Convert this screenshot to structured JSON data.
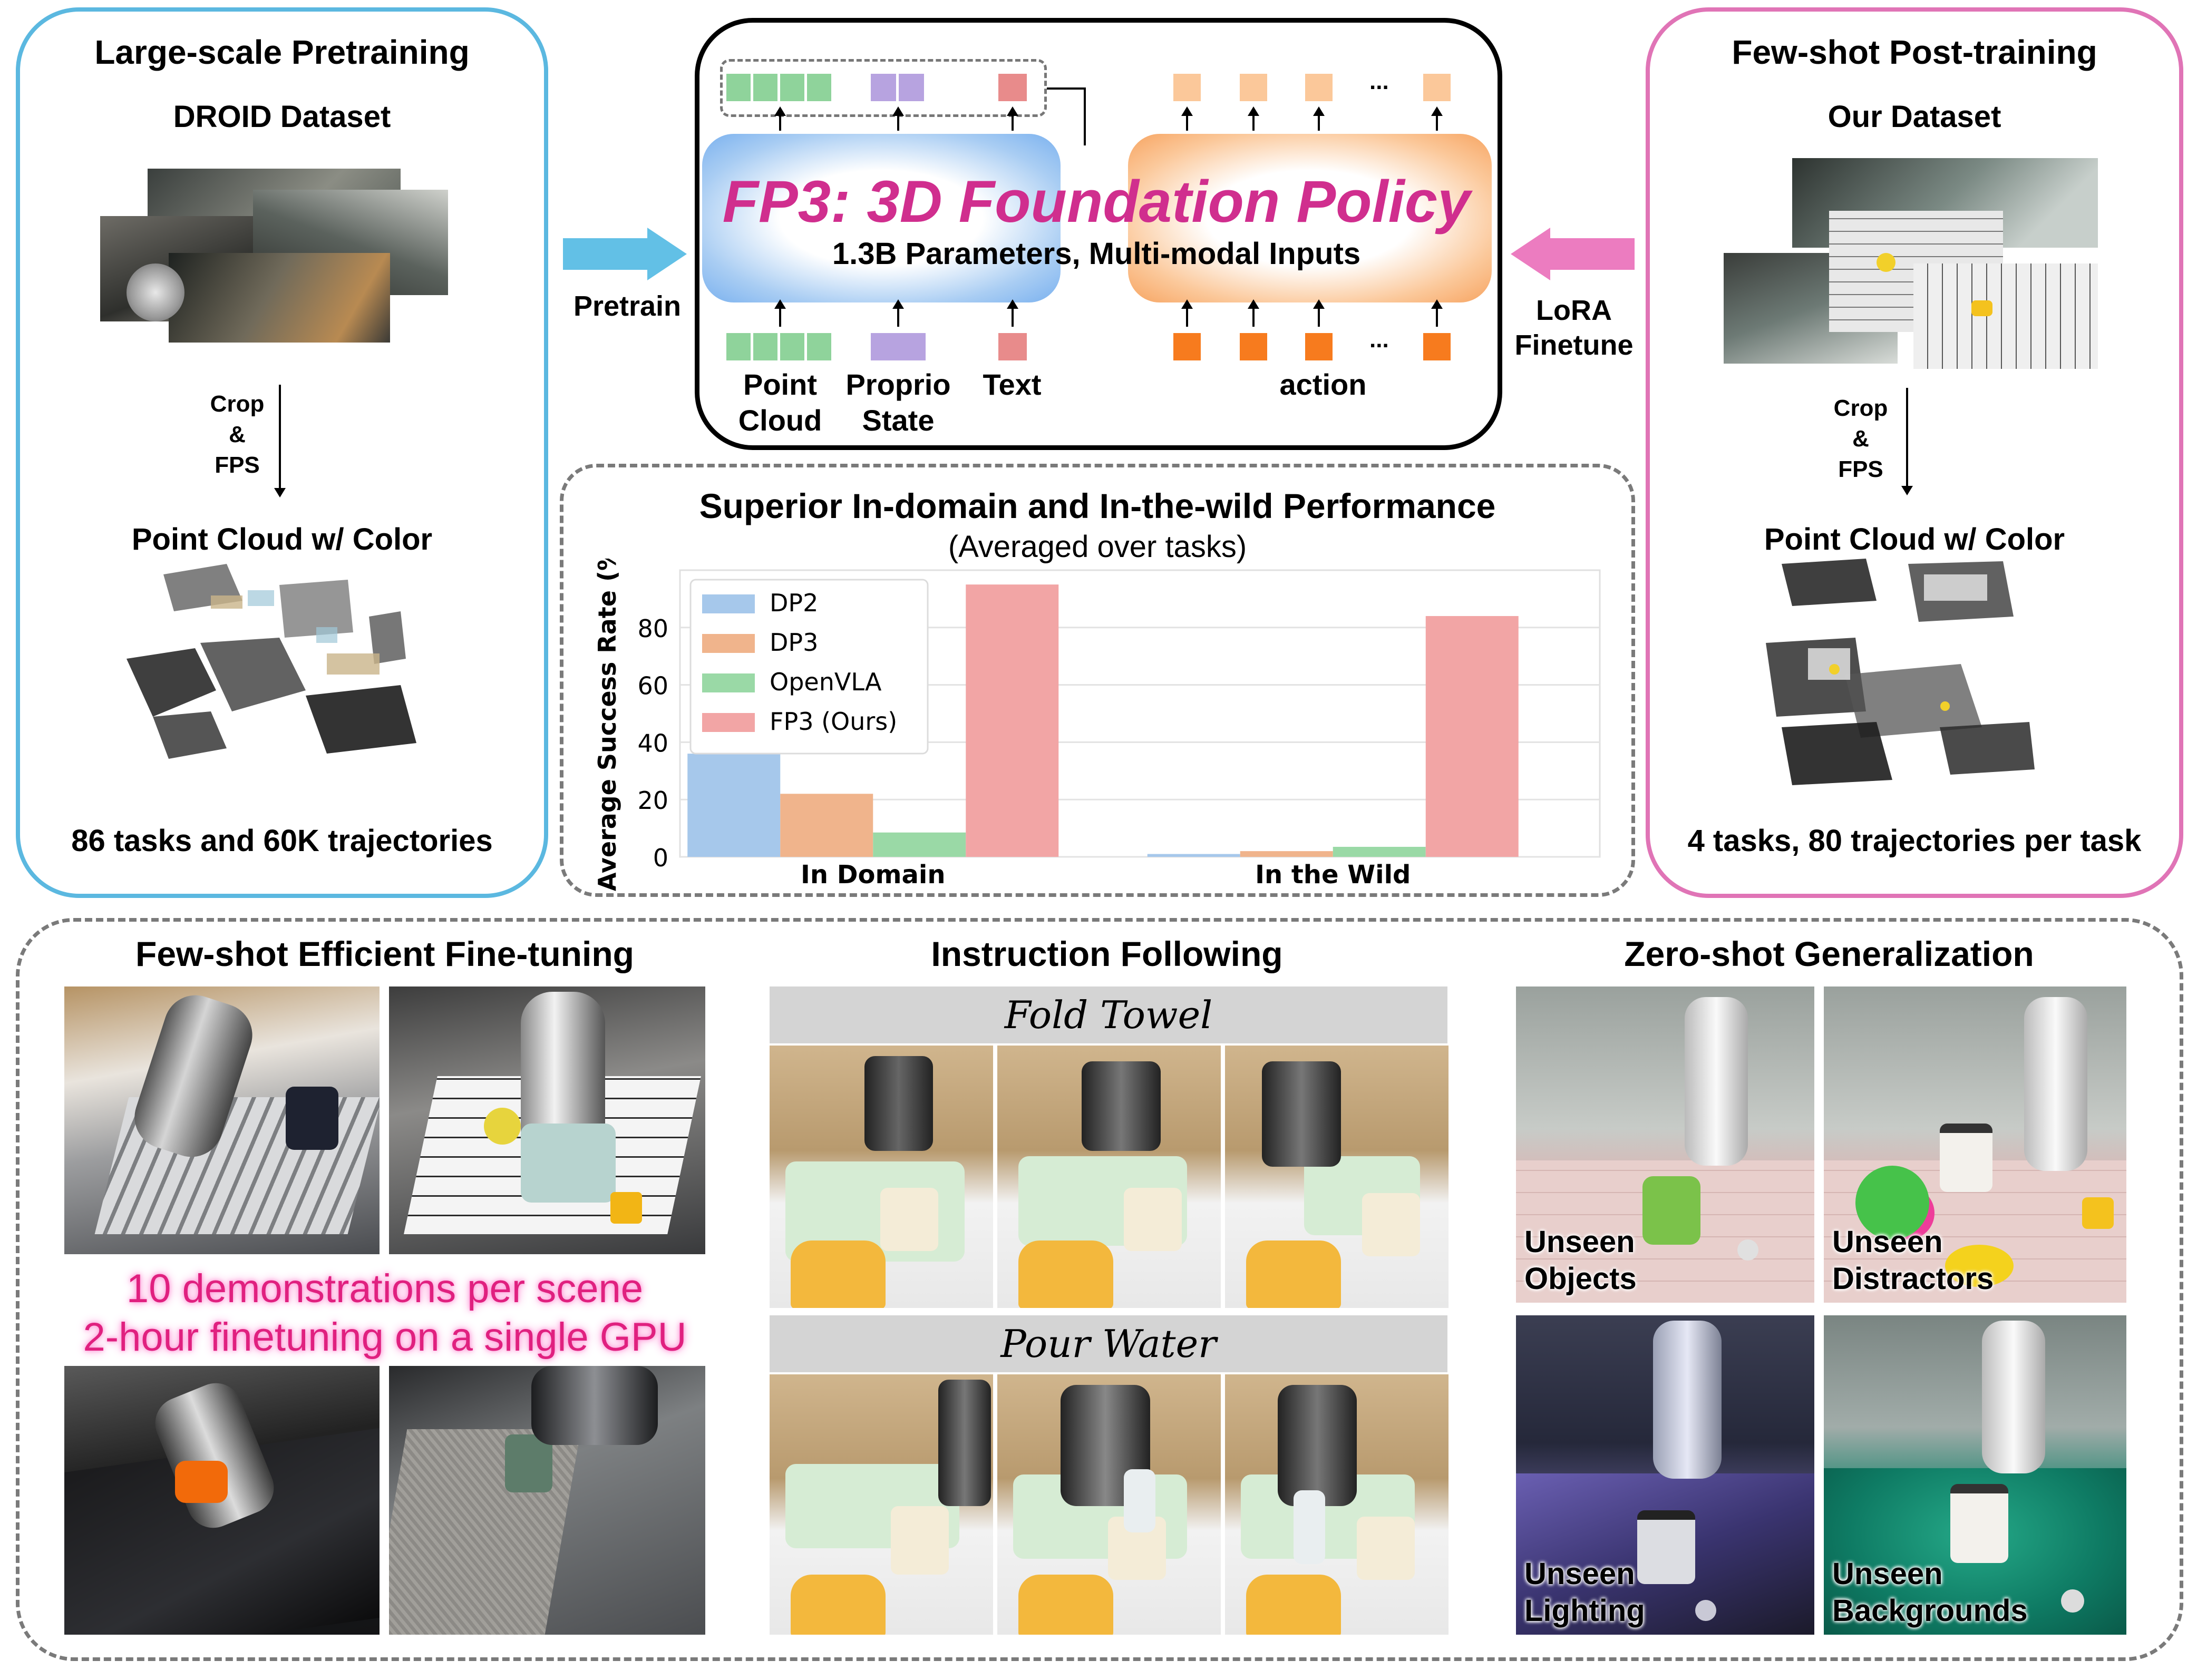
{
  "left_panel": {
    "title": "Large-scale Pretraining",
    "dataset": "DROID Dataset",
    "crop_label": "Crop\n&\nFPS",
    "crop_lines": [
      "Crop",
      "&",
      "FPS"
    ],
    "pointcloud_title": "Point Cloud w/ Color",
    "summary": "86 tasks and 60K trajectories"
  },
  "right_panel": {
    "title": "Few-shot Post-training",
    "dataset": "Our Dataset",
    "crop_lines": [
      "Crop",
      "&",
      "FPS"
    ],
    "pointcloud_title": "Point Cloud w/ Color",
    "summary": "4 tasks, 80 trajectories per task"
  },
  "center_panel": {
    "model_title": "FP3: 3D Foundation Policy",
    "model_subtitle": "1.3B Parameters, Multi-modal Inputs",
    "pretrain_label": "Pretrain",
    "lora_label_1": "LoRA",
    "lora_label_2": "Finetune",
    "inputs": {
      "point_cloud_1": "Point",
      "point_cloud_2": "Cloud",
      "proprio_1": "Proprio",
      "proprio_2": "State",
      "text": "Text",
      "action": "action",
      "ellipsis": "..."
    },
    "colors": {
      "point_cloud": "#8fd39b",
      "proprio": "#b7a3e0",
      "text": "#e88b8b",
      "action_in": "#f77b1e",
      "action_out": "#fbc89a",
      "model_title": "#d02e8e"
    }
  },
  "chart": {
    "title": "Superior In-domain and In-the-wild Performance",
    "subtitle": "(Averaged over tasks)"
  },
  "chart_data": {
    "type": "bar",
    "title": "Superior In-domain and In-the-wild Performance",
    "subtitle": "(Averaged over tasks)",
    "ylabel": "Average Success Rate (%",
    "xlabel": "",
    "categories": [
      "In Domain",
      "In the Wild"
    ],
    "ylim": [
      0,
      100
    ],
    "yticks": [
      0,
      20,
      40,
      60,
      80
    ],
    "grid": true,
    "legend": "top-left",
    "series": [
      {
        "name": "DP2",
        "color": "#a6c8eb",
        "values": [
          36,
          1
        ]
      },
      {
        "name": "DP3",
        "color": "#f0b48c",
        "values": [
          22,
          2
        ]
      },
      {
        "name": "OpenVLA",
        "color": "#9ad9a6",
        "values": [
          8.5,
          3.5
        ]
      },
      {
        "name": "FP3 (Ours)",
        "color": "#f2a5a5",
        "values": [
          95,
          84
        ]
      }
    ]
  },
  "bottom": {
    "fewshot_title": "Few-shot Efficient Fine-tuning",
    "fewshot_line1": "10 demonstrations per scene",
    "fewshot_line2": "2-hour finetuning on a single GPU",
    "instruction_title": "Instruction Following",
    "fold_towel": "Fold Towel",
    "pour_water": "Pour Water",
    "zeroshot_title": "Zero-shot Generalization",
    "captions": {
      "objects_1": "Unseen",
      "objects_2": "Objects",
      "distractors_1": "Unseen",
      "distractors_2": "Distractors",
      "lighting_1": "Unseen",
      "lighting_2": "Lighting",
      "backgrounds_1": "Unseen",
      "backgrounds_2": "Backgrounds"
    }
  }
}
